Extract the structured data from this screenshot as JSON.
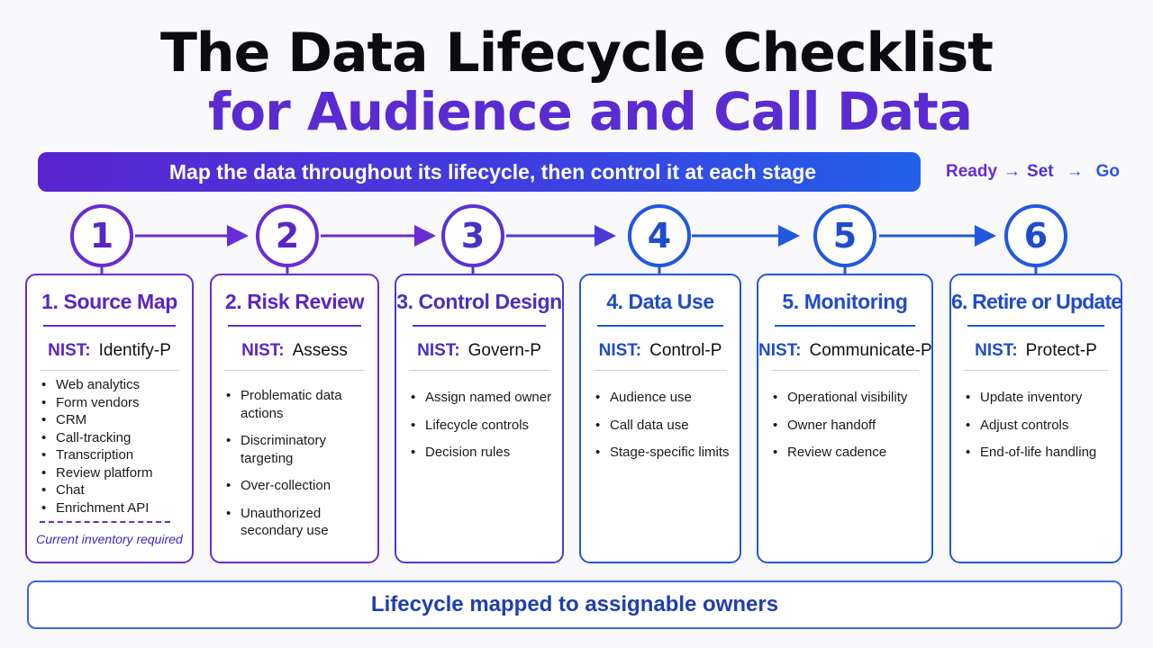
{
  "title": {
    "line1": "The Data Lifecycle Checklist",
    "line2": "for Audience and Call Data"
  },
  "banner": "Map the data throughout its lifecycle, then control it at each stage",
  "ready_set_go": [
    "Ready",
    "Set",
    "Go"
  ],
  "steps": [
    {
      "number": "1",
      "title": "1. Source Map",
      "nist_label": "NIST:",
      "nist_function": "Identify-P",
      "items": [
        "Web analytics",
        "Form vendors",
        "CRM",
        "Call-tracking",
        "Transcription",
        "Review platform",
        "Chat",
        "Enrichment API"
      ],
      "note": "Current inventory required"
    },
    {
      "number": "2",
      "title": "2. Risk Review",
      "nist_label": "NIST:",
      "nist_function": "Assess",
      "items": [
        "Problematic data actions",
        "Discriminatory targeting",
        "Over-collection",
        "Unauthorized secondary use"
      ]
    },
    {
      "number": "3",
      "title": "3. Control Design",
      "nist_label": "NIST:",
      "nist_function": "Govern-P",
      "items": [
        "Assign named owner",
        "Lifecycle controls",
        "Decision rules"
      ]
    },
    {
      "number": "4",
      "title": "4. Data Use",
      "nist_label": "NIST:",
      "nist_function": "Control-P",
      "items": [
        "Audience use",
        "Call data use",
        "Stage-specific limits"
      ]
    },
    {
      "number": "5",
      "title": "5. Monitoring",
      "nist_label": "NIST:",
      "nist_function": "Communicate-P",
      "items": [
        "Operational visibility",
        "Owner handoff",
        "Review cadence"
      ]
    },
    {
      "number": "6",
      "title": "6. Retire or Update",
      "nist_label": "NIST:",
      "nist_function": "Protect-P",
      "items": [
        "Update inventory",
        "Adjust controls",
        "End-of-life handling"
      ]
    }
  ],
  "footer": "Lifecycle mapped to assignable owners",
  "colors": {
    "purple": "#6a2cd4",
    "indigo": "#4a3ad8",
    "blue": "#2158e0",
    "title_dark": "#0b0b12",
    "title_purple": "#5b2bd2"
  }
}
